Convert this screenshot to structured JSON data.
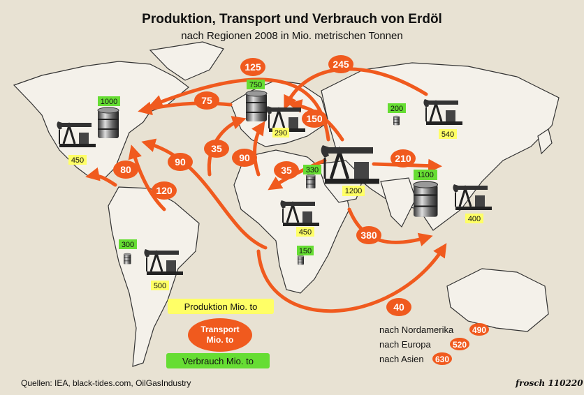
{
  "title": "Produktion, Transport und Verbrauch von Erdöl",
  "subtitle": "nach Regionen 2008 in Mio. metrischen Tonnen",
  "colors": {
    "production_box": "#ffff66",
    "consumption_box": "#66dd33",
    "transport": "#f05a1e",
    "land": "#f4f1ea",
    "sea": "#e8e2d3"
  },
  "regions": {
    "north_america": {
      "production": "450",
      "consumption": "1000"
    },
    "europe": {
      "production": "290",
      "consumption": "750"
    },
    "former_soviet": {
      "production": "540",
      "consumption": "200"
    },
    "middle_east": {
      "production": "1200",
      "consumption": "330"
    },
    "africa": {
      "production": "450",
      "consumption": "150"
    },
    "south_america": {
      "production": "500",
      "consumption": "300"
    },
    "asia": {
      "production": "400",
      "consumption": "1100"
    }
  },
  "flows": [
    "125",
    "245",
    "75",
    "150",
    "35",
    "90",
    "35",
    "90",
    "80",
    "120",
    "210",
    "380",
    "40"
  ],
  "legend": {
    "production": "Produktion Mio. to",
    "transport_line1": "Transport",
    "transport_line2": "Mio. to",
    "consumption": "Verbrauch Mio. to"
  },
  "totals": [
    {
      "label": "nach Nordamerika",
      "value": "490"
    },
    {
      "label": "nach Europa",
      "value": "520"
    },
    {
      "label": "nach Asien",
      "value": "630"
    }
  ],
  "source": "Quellen: IEA,  black-tides.com, OilGasIndustry",
  "signature": "frosch 110220"
}
